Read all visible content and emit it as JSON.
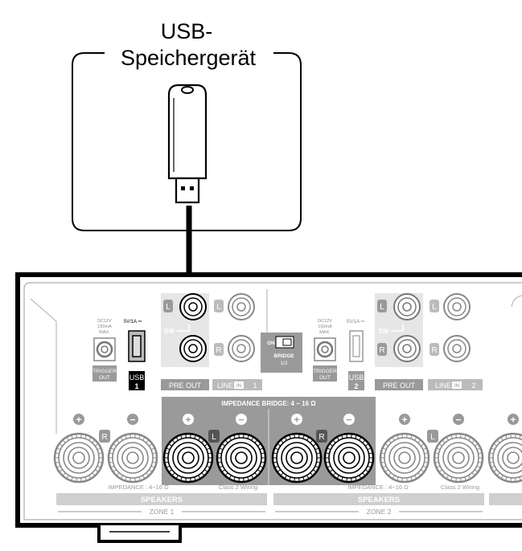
{
  "callout": {
    "line1": "USB-",
    "line2": "Speichergerät"
  },
  "panel": {
    "usb_rating_1": "5V/1A ⎓",
    "usb_rating_2": "5V/1A ⎓",
    "trigger_1": {
      "l1": "DC12V",
      "l2": "150mA",
      "l3": "MAX."
    },
    "trigger_2": {
      "l1": "DC12V",
      "l2": "150mA",
      "l3": "MAX."
    },
    "trigger_out_top": "TRIGGER",
    "trigger_out_bottom": "OUT",
    "usb_label": "USB",
    "usb_num_1": "1",
    "usb_num_2": "2",
    "pre_out": "PRE OUT",
    "line_in_text": "LINE",
    "line_in_badge": "IN",
    "line_in_num_1": "1",
    "line_in_num_2": "2",
    "sw": "SW",
    "ch_l": "L",
    "ch_r": "R",
    "bridge_on": "ON",
    "bridge_text": "BRIDGE",
    "bridge_sub": "1/2",
    "impedance_bridge": "IMPEDANCE  BRIDGE: 4 ~ 16 Ω",
    "impedance": "IMPEDANCE : 4~16 Ω",
    "class2": "Class 2 Wiring",
    "speakers": "SPEAKERS",
    "zone_1": "ZONE 1",
    "zone_2": "ZONE 2",
    "plus": "+",
    "minus": "−"
  },
  "colors": {
    "outline": "#000000",
    "panel_gray": "#9a9a9a",
    "light_gray": "#cfcfcf",
    "white": "#ffffff"
  }
}
